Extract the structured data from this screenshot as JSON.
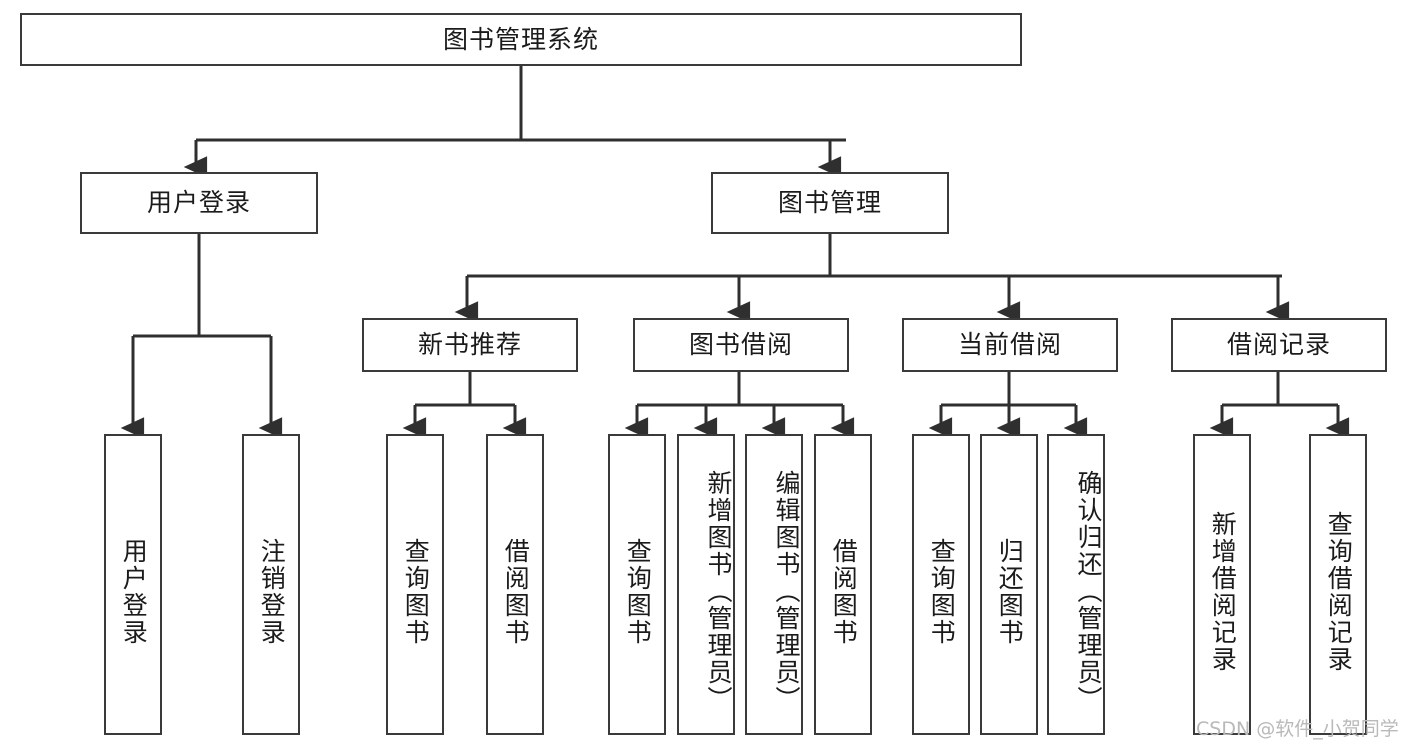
{
  "diagram": {
    "title": "图书管理系统",
    "type": "tree-hierarchy",
    "watermark": "CSDN @软件_小贺同学",
    "colors": {
      "box_border": "#3a3a3a",
      "box_fill": "#ffffff",
      "edge": "#2f2f2f",
      "text": "#1b1b1b",
      "watermark": "#b9b9b9",
      "background": "#ffffff"
    },
    "root": {
      "label": "图书管理系统"
    },
    "level2": [
      {
        "label": "用户登录"
      },
      {
        "label": "图书管理"
      }
    ],
    "level3": [
      {
        "label": "新书推荐"
      },
      {
        "label": "图书借阅"
      },
      {
        "label": "当前借阅"
      },
      {
        "label": "借阅记录"
      }
    ],
    "leaves_user_login": [
      {
        "label": "用户登录"
      },
      {
        "label": "注销登录"
      }
    ],
    "leaves_new_book": [
      {
        "label": "查询图书"
      },
      {
        "label": "借阅图书"
      }
    ],
    "leaves_borrow": [
      {
        "label": "查询图书"
      },
      {
        "label": "新增图书（管理员）"
      },
      {
        "label": "编辑图书（管理员）"
      },
      {
        "label": "借阅图书"
      }
    ],
    "leaves_current": [
      {
        "label": "查询图书"
      },
      {
        "label": "归还图书"
      },
      {
        "label": "确认归还（管理员）"
      }
    ],
    "leaves_records": [
      {
        "label": "新增借阅记录"
      },
      {
        "label": "查询借阅记录"
      }
    ]
  }
}
